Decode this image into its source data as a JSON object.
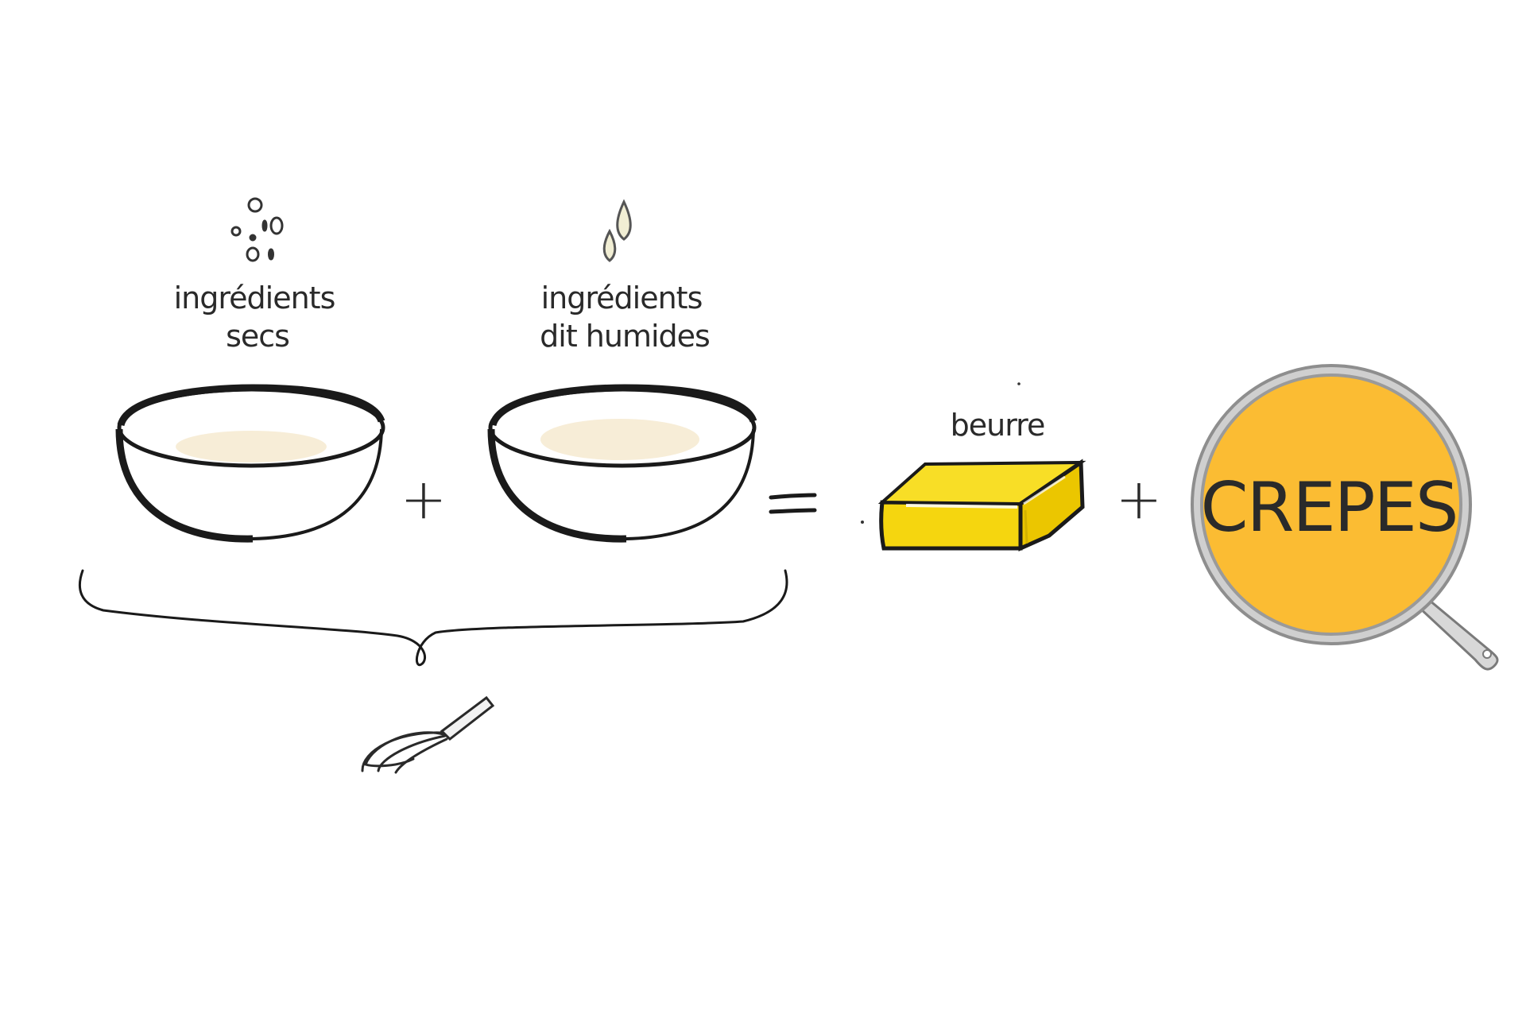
{
  "labels": {
    "dry_ingredients": [
      "ingrédients",
      "secs"
    ],
    "wet_ingredients": [
      "ingrédients",
      "dit humides"
    ],
    "butter": "beurre",
    "result": "CREPES"
  },
  "operators": {
    "plus_1": "+",
    "equals": "=",
    "plus_2": "+"
  },
  "icons": {
    "dry": "dry-particles-icon",
    "wet": "liquid-drops-icon",
    "bowl": "mixing-bowl-icon",
    "butter": "butter-block-icon",
    "pan": "crepe-pan-icon",
    "whisk": "whisk-icon",
    "brace": "curly-brace-icon"
  },
  "colors": {
    "butter_fill": "#F5D60F",
    "butter_edge": "#1a1a1a",
    "crepe_fill": "#FBBC33",
    "pan_rim": "#9A9A9A",
    "batter": "#F7EDD7",
    "ink": "#1a1a1a",
    "wet_drop_fill": "#F1EED4"
  }
}
